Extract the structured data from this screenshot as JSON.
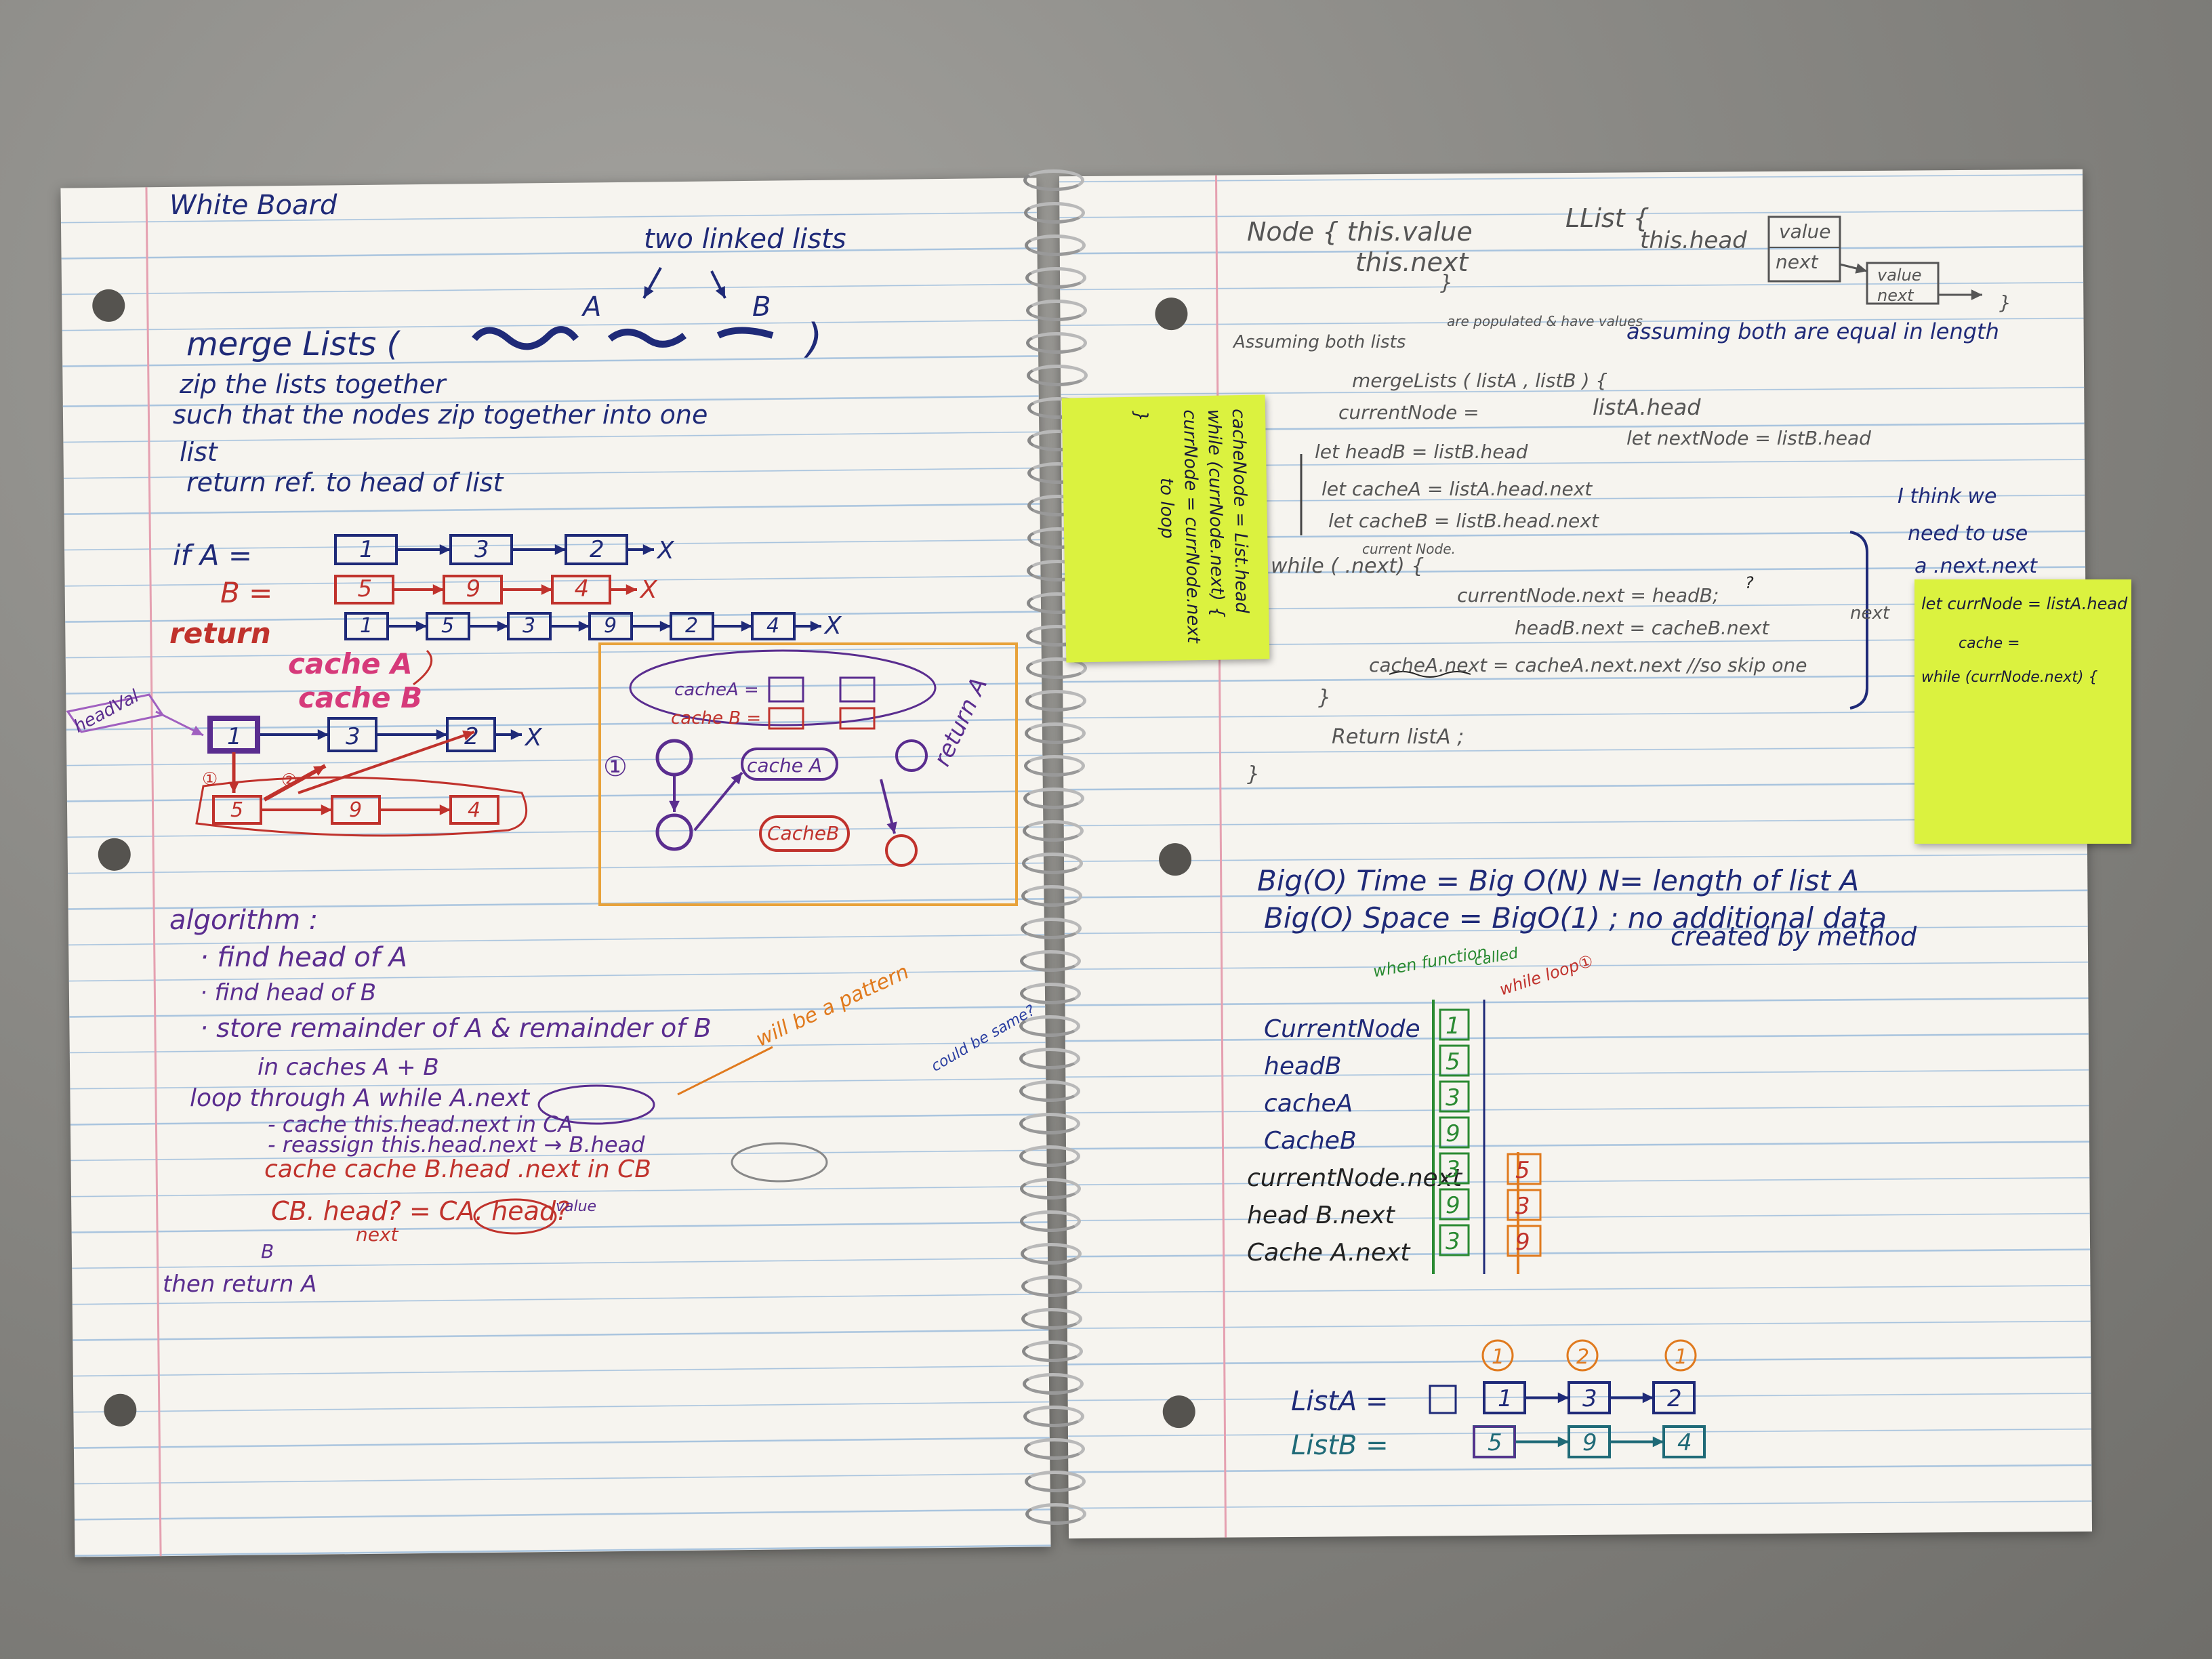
{
  "left_page": {
    "title": "White Board",
    "two_lists_label": "two linked lists",
    "label_a": "A",
    "label_b": "B",
    "merge_sig": "merge Lists (",
    "merge_close": ")",
    "desc_line1": "zip the lists together",
    "desc_line2": "such that the nodes zip together into one",
    "desc_line3": "list",
    "desc_line4": "return ref. to head of list",
    "if_a": "if A =",
    "b_eq": "B =",
    "return_label": "return",
    "list_a_nodes": [
      "1",
      "3",
      "2"
    ],
    "list_b_nodes": [
      "5",
      "9",
      "4"
    ],
    "return_nodes": [
      "1",
      "5",
      "3",
      "9",
      "2",
      "4"
    ],
    "null_x": "X",
    "cache_a": "cache A",
    "cache_b": "cache B",
    "head_val": "headVal",
    "diag_nodes_top": [
      "1",
      "3",
      "2"
    ],
    "diag_nodes_bottom": [
      "5",
      "9",
      "4"
    ],
    "box_cache_a": "cacheA =",
    "box_cache_b": "cache B =",
    "box_cache_a_node": "cache A",
    "box_cache_b_node": "CacheB",
    "box_return_a": "return A",
    "algorithm_title": "algorithm :",
    "algo1": "· find head of A",
    "algo2": "· find head of B",
    "algo3": "· store remainder of A & remainder of B",
    "algo4": "in caches A + B",
    "algo5": "loop through A while A.next",
    "algo5b": "- cache this.head.next in CA",
    "algo6": "- reassign this.head.next → B.head",
    "algo7": "cache cache B.head .next in CB",
    "algo8": "CB. head? = CA. head?",
    "algo8_next": "next",
    "algo8_value": "value",
    "algo9": "B",
    "algo10": "then return A",
    "will_be_pattern": "will be a pattern",
    "could_be_same": "could be same?"
  },
  "right_page": {
    "node_def": "Node { this.value",
    "node_def2": "this.next",
    "node_close": "}",
    "llist_def": "LList {",
    "llist_head": "this.head",
    "ll_value": "value",
    "ll_next": "next",
    "ll_value2": "value",
    "ll_next2": "next",
    "ll_close": "}",
    "assume1": "Assuming both lists",
    "assume_small": "are populated & have values",
    "assume2": "assuming both are equal in length",
    "code1": "mergeLists ( listA , listB ) {",
    "code2": "currentNode  =",
    "code2b": "listA.head",
    "code3": "let   headB = listB.head",
    "code3b": "let nextNode = listB.head",
    "code4": "let   cacheA = listA.head.next",
    "code5": "let   cacheB = listB.head.next",
    "code6_small": "current Node.",
    "code6": "while (            .next) {",
    "code7": "currentNode.next = headB;",
    "code8": "headB.next = cacheB.next",
    "code8b": "next",
    "code9": "cacheA.next = cacheA.next.next //so skip one",
    "code10": "}",
    "code11": "Return      listA ;",
    "code12": "}",
    "think_note1": "I think we",
    "think_note2": "need to use",
    "think_note3": "a .next.next",
    "big_o_time": "Big(O) Time = Big O(N)   N= length of list A",
    "big_o_space": "Big(O) Space = BigO(1) ; no additional data",
    "big_o_space2": "created by method",
    "when_function": "when function",
    "called": "called",
    "while_loop": "while loop①",
    "trace_labels": [
      "CurrentNode",
      "headB",
      "cacheA",
      "CacheB",
      "currentNode.next",
      "head B.next",
      "Cache A.next"
    ],
    "trace_col1": [
      "1",
      "5",
      "3",
      "9",
      "3",
      "9",
      "3"
    ],
    "trace_col2": [
      "5",
      "3",
      "9"
    ],
    "lista_label": "ListA =",
    "listb_label": "ListB =",
    "lista_nodes": [
      "1",
      "3",
      "2"
    ],
    "listb_nodes": [
      "5",
      "9",
      "4"
    ],
    "step_marks": [
      "1",
      "2",
      "1"
    ]
  },
  "sticky_left": {
    "line1": "cacheNode = List.head",
    "line2": "while (currNode.next) {",
    "line3": "currNode = currNode.next",
    "line4": "to loop",
    "line5": "}"
  },
  "sticky_right": {
    "line1": "let currNode = listA.head",
    "line2": "cache =",
    "line3": "while (currNode.next) {"
  }
}
